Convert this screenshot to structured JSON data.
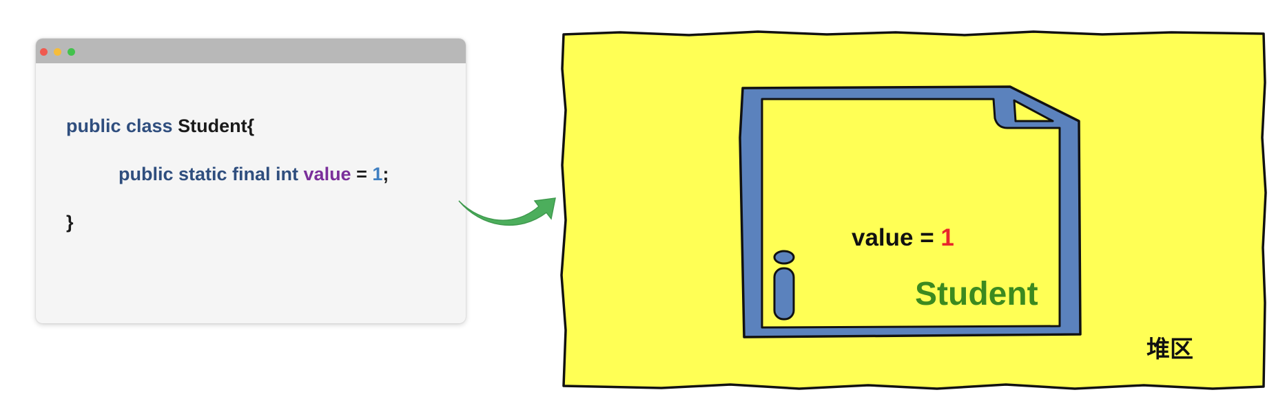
{
  "code_window": {
    "controls": [
      "close",
      "minimize",
      "zoom"
    ],
    "line1": {
      "kw": "public class ",
      "name": "Student{"
    },
    "line2": {
      "kw": "public static final int ",
      "var": "value",
      "eq": " = ",
      "num": "1",
      "end": ";"
    },
    "line3": {
      "close": "}"
    }
  },
  "arrow": {
    "color": "#4cae5c"
  },
  "heap": {
    "background": "#ffff55",
    "label": "堆区",
    "object": {
      "field_name": "value = ",
      "field_value": "1",
      "class_name": "Student",
      "icon": "info-icon"
    }
  }
}
